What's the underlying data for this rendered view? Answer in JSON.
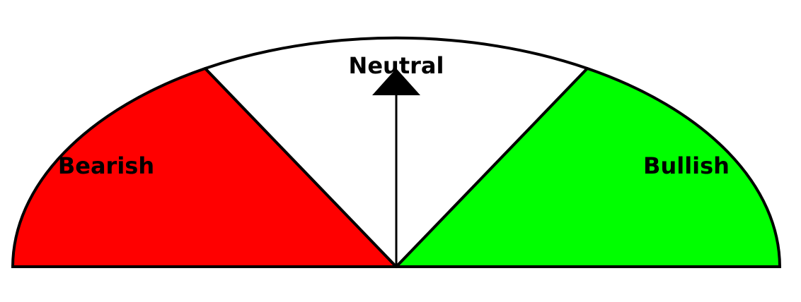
{
  "gauge": {
    "segments": [
      {
        "id": "bearish",
        "label": "Bearish",
        "color": "#ff0000"
      },
      {
        "id": "neutral",
        "label": "Neutral",
        "color": "#ffffff"
      },
      {
        "id": "bullish",
        "label": "Bullish",
        "color": "#00ff00"
      }
    ],
    "needle": {
      "reading": "Neutral",
      "color": "#000000"
    },
    "outline_color": "#000000"
  }
}
